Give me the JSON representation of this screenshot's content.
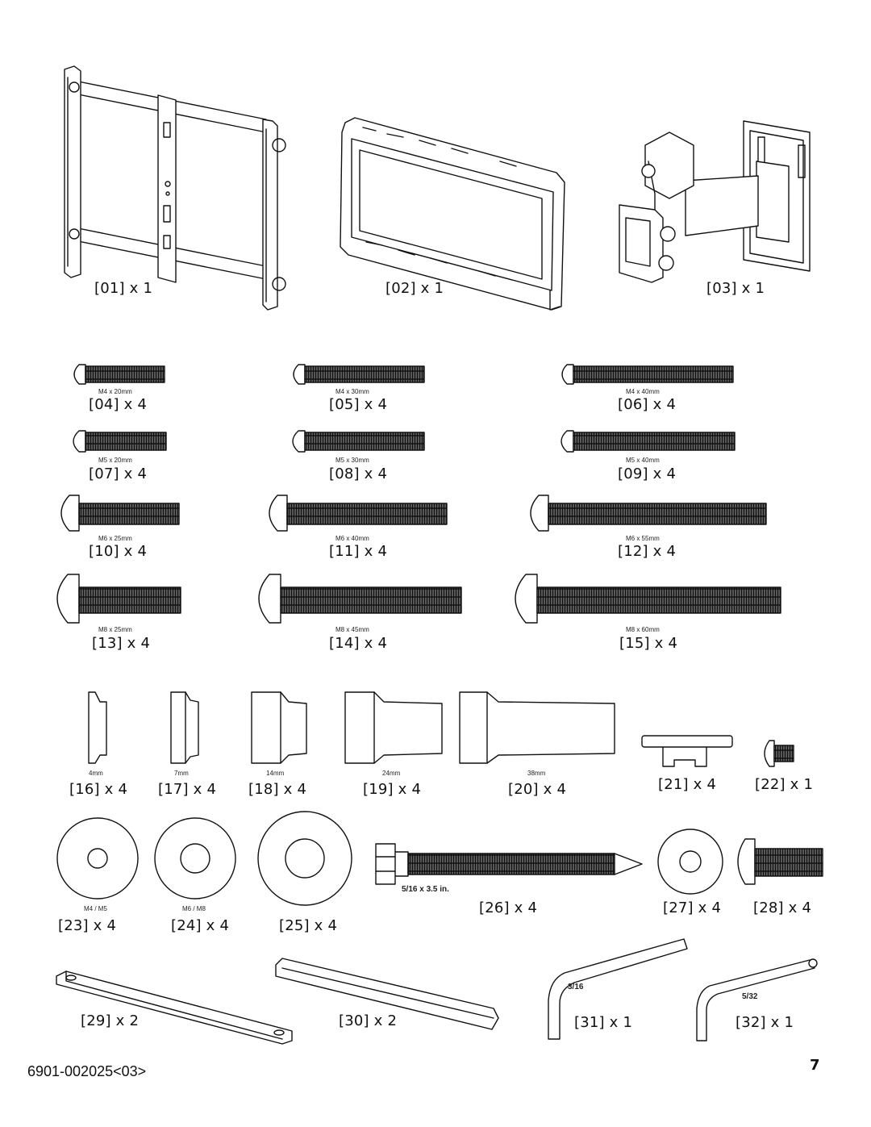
{
  "parts": [
    {
      "id": "01",
      "label": "[01] x 1"
    },
    {
      "id": "02",
      "label": "[02] x 1"
    },
    {
      "id": "03",
      "label": "[03] x 1"
    },
    {
      "id": "04",
      "label": "[04] x 4",
      "spec": "M4 x 20mm"
    },
    {
      "id": "05",
      "label": "[05] x 4",
      "spec": "M4 x 30mm"
    },
    {
      "id": "06",
      "label": "[06] x 4",
      "spec": "M4 x 40mm"
    },
    {
      "id": "07",
      "label": "[07] x 4",
      "spec": "M5 x 20mm"
    },
    {
      "id": "08",
      "label": "[08] x 4",
      "spec": "M5 x 30mm"
    },
    {
      "id": "09",
      "label": "[09] x 4",
      "spec": "M5 x 40mm"
    },
    {
      "id": "10",
      "label": "[10] x 4",
      "spec": "M6 x 25mm"
    },
    {
      "id": "11",
      "label": "[11] x 4",
      "spec": "M6 x 40mm"
    },
    {
      "id": "12",
      "label": "[12] x 4",
      "spec": "M6 x 55mm"
    },
    {
      "id": "13",
      "label": "[13] x 4",
      "spec": "M8 x 25mm"
    },
    {
      "id": "14",
      "label": "[14] x 4",
      "spec": "M8 x 45mm"
    },
    {
      "id": "15",
      "label": "[15] x 4",
      "spec": "M8 x 60mm"
    },
    {
      "id": "16",
      "label": "[16] x 4",
      "spec": "4mm"
    },
    {
      "id": "17",
      "label": "[17] x 4",
      "spec": "7mm"
    },
    {
      "id": "18",
      "label": "[18] x 4",
      "spec": "14mm"
    },
    {
      "id": "19",
      "label": "[19] x 4",
      "spec": "24mm"
    },
    {
      "id": "20",
      "label": "[20] x 4",
      "spec": "38mm"
    },
    {
      "id": "21",
      "label": "[21] x 4"
    },
    {
      "id": "22",
      "label": "[22] x 1"
    },
    {
      "id": "23",
      "label": "[23] x 4",
      "spec": "M4 / M5"
    },
    {
      "id": "24",
      "label": "[24] x 4",
      "spec": "M6 / M8"
    },
    {
      "id": "25",
      "label": "[25] x 4"
    },
    {
      "id": "26",
      "label": "[26] x 4",
      "spec": "5/16 x 3.5 in."
    },
    {
      "id": "27",
      "label": "[27] x 4"
    },
    {
      "id": "28",
      "label": "[28] x 4"
    },
    {
      "id": "29",
      "label": "[29] x 2"
    },
    {
      "id": "30",
      "label": "[30] x 2"
    },
    {
      "id": "31",
      "label": "[31] x 1",
      "spec": "3/16"
    },
    {
      "id": "32",
      "label": "[32] x 1",
      "spec": "5/32"
    }
  ],
  "footer": {
    "doc_number": "6901-002025<03>",
    "page_number": "7"
  }
}
